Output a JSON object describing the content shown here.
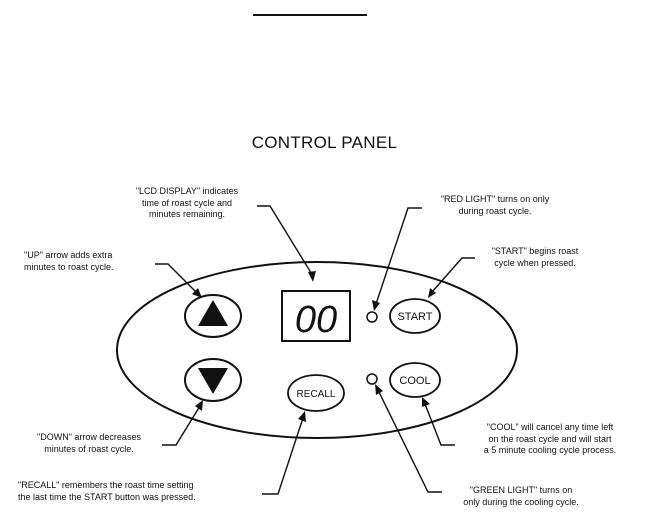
{
  "title": "CONTROL PANEL",
  "display": {
    "digits": "00"
  },
  "buttons": {
    "start_label": "START",
    "cool_label": "COOL",
    "recall_label": "RECALL"
  },
  "notes": {
    "lcd": [
      "\"LCD DISPLAY\" indicates",
      "time of roast cycle and",
      "minutes remaining."
    ],
    "up": [
      "\"UP\" arrow adds extra",
      "minutes to roast cycle."
    ],
    "down": [
      "\"DOWN\" arrow decreases",
      "minutes of roast cycle."
    ],
    "recall": [
      "\"RECALL\" remembers the roast time setting",
      "the last time the START button was pressed."
    ],
    "red_light": [
      "\"RED LIGHT\" turns on only",
      "during roast cycle."
    ],
    "start": [
      "\"START\" begins roast",
      "cycle when pressed."
    ],
    "cool": [
      "\"COOL\" will cancel any time left",
      "on the roast cycle and will start",
      "a 5 minute cooling cycle process."
    ],
    "green_light": [
      "\"GREEN LIGHT\" turns on",
      "only during the cooling cycle."
    ]
  }
}
